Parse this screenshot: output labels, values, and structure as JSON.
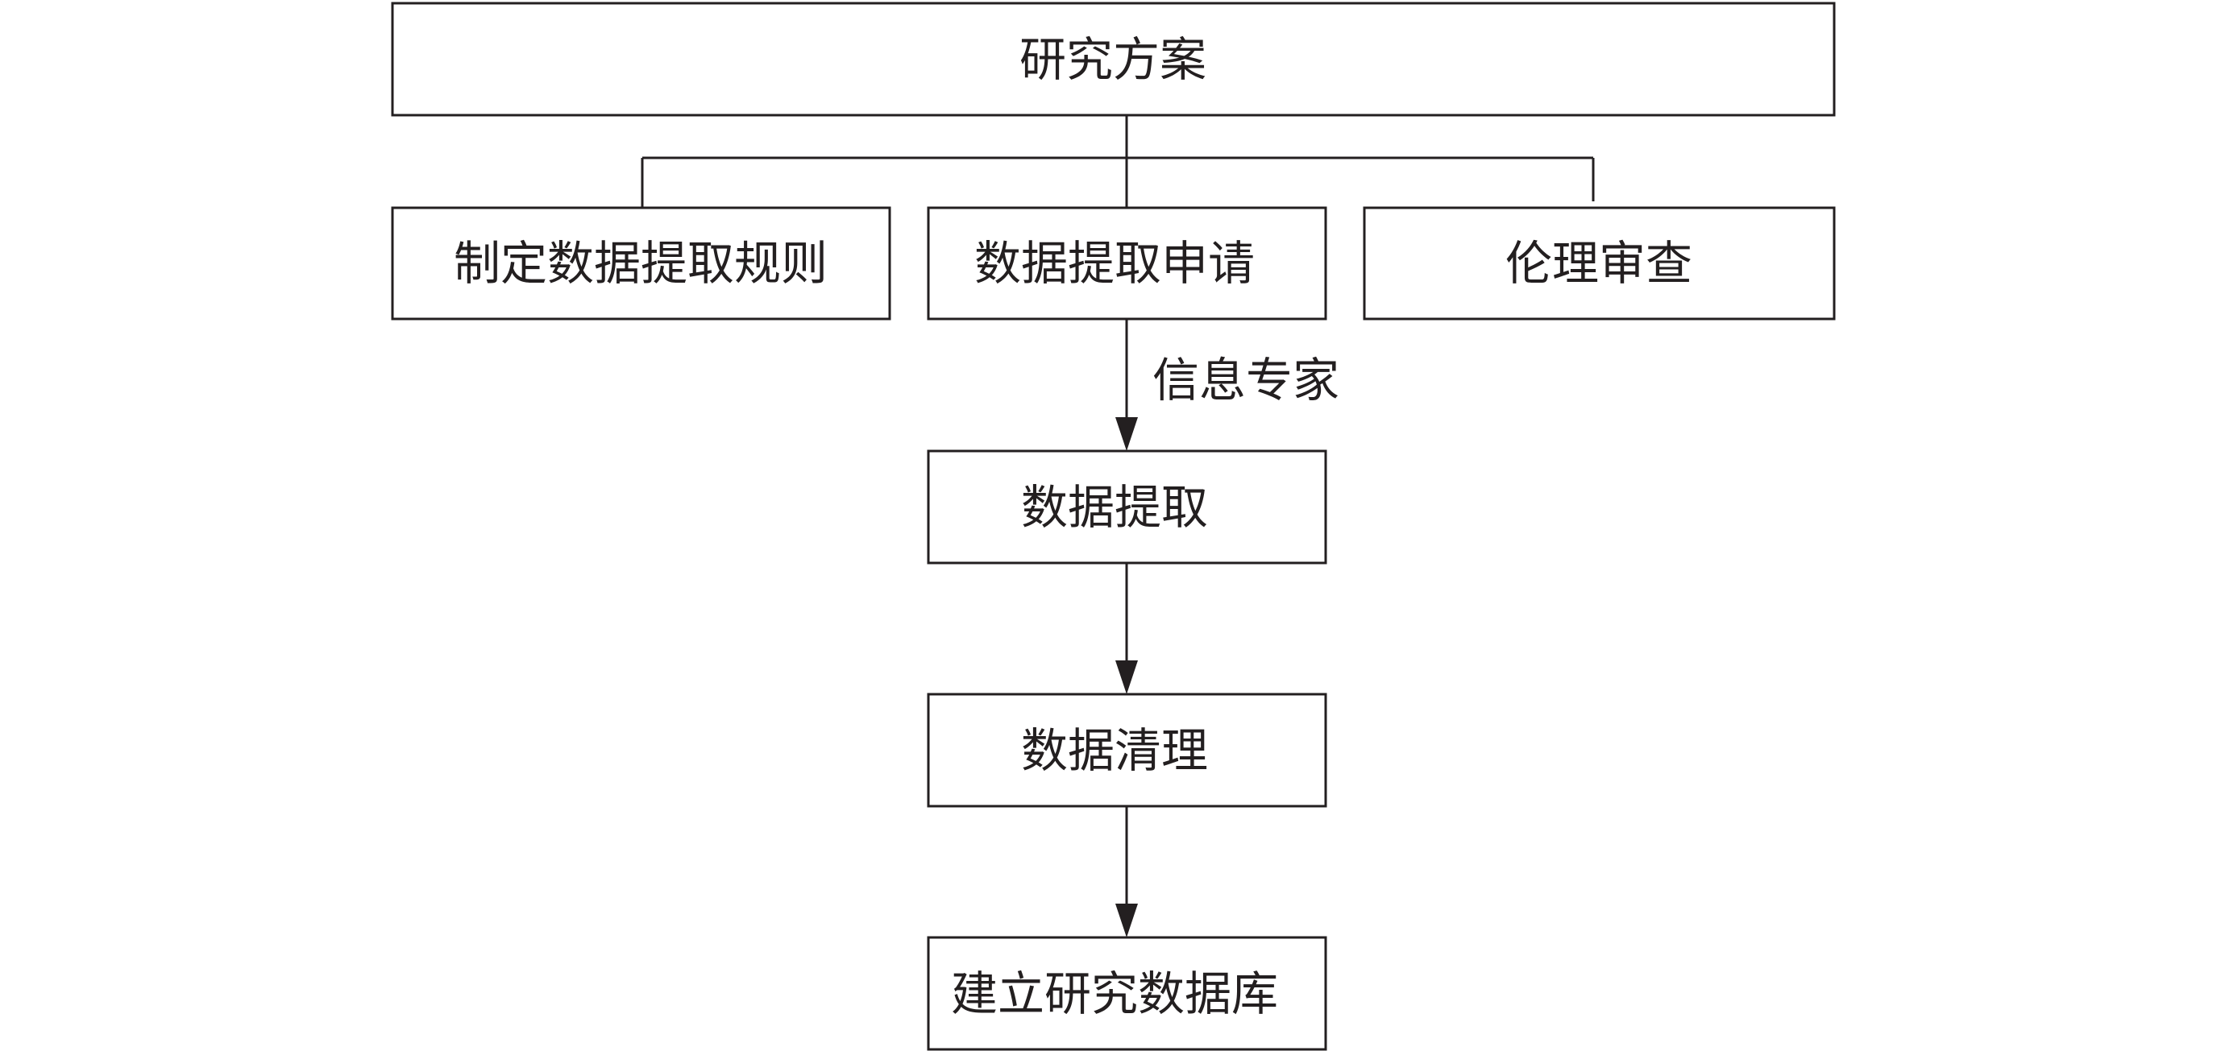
{
  "nodes": {
    "research_plan": "研究方案",
    "extraction_rules": "制定数据提取规则",
    "extraction_application": "数据提取申请",
    "ethics_review": "伦理审查",
    "data_extraction": "数据提取",
    "data_cleaning": "数据清理",
    "research_database": "建立研究数据库"
  },
  "edge_labels": {
    "information_expert": "信息专家"
  },
  "colors": {
    "stroke": "#231f20",
    "background": "#ffffff"
  }
}
